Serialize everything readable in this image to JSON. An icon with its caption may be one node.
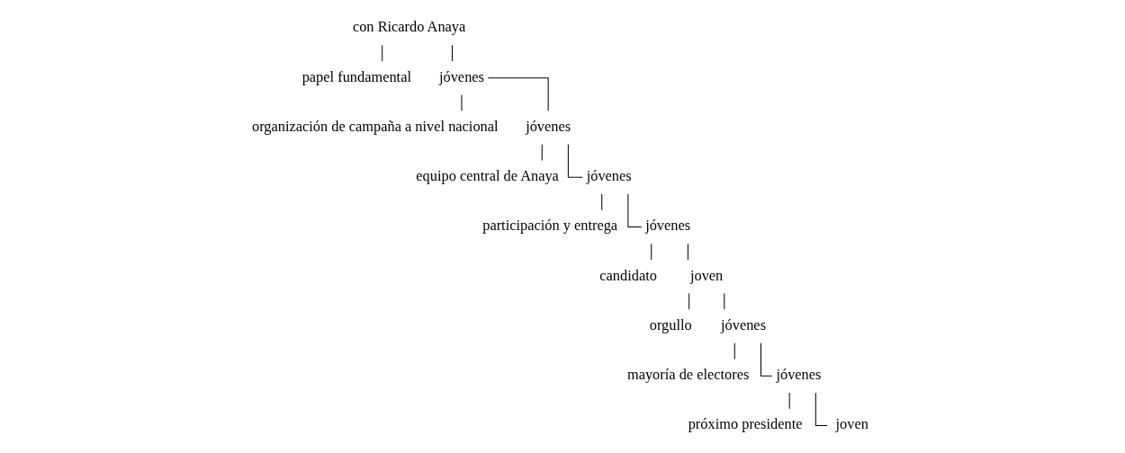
{
  "diagram": {
    "nodes": [
      {
        "text": [
          "con Ricardo Anaya"
        ]
      },
      {
        "text": [
          "papel fundamental"
        ]
      },
      {
        "text": [
          "jóvenes"
        ]
      },
      {
        "text": [
          "organización de campaña a nivel nacional"
        ]
      },
      {
        "text": [
          "jóvenes"
        ]
      },
      {
        "text": [
          "equipo central de Anaya"
        ]
      },
      {
        "text": [
          "jóvenes"
        ]
      },
      {
        "text": [
          "participación y entrega"
        ]
      },
      {
        "text": [
          "jóvenes"
        ]
      },
      {
        "text": [
          "candidato"
        ]
      },
      {
        "text": [
          "joven"
        ]
      },
      {
        "text": [
          "orgullo"
        ]
      },
      {
        "text": [
          "jóvenes"
        ]
      },
      {
        "text": [
          "mayoría de electores"
        ]
      },
      {
        "text": [
          "jóvenes"
        ]
      },
      {
        "text": [
          "próximo presidente"
        ]
      },
      {
        "text": [
          "joven"
        ]
      }
    ],
    "edges": [
      {
        "from": 0,
        "to": 1,
        "arrow": "none"
      },
      {
        "from": 0,
        "to": 2,
        "arrow": "none"
      },
      {
        "from": 2,
        "to": 3,
        "arrow": "none"
      },
      {
        "from": 2,
        "to": 4,
        "arrow": "none"
      },
      {
        "from": 4,
        "to": 5,
        "arrow": "none"
      },
      {
        "from": 4,
        "to": 6,
        "arrow": "none"
      },
      {
        "from": 6,
        "to": 7,
        "arrow": "none"
      },
      {
        "from": 6,
        "to": 8,
        "arrow": "none"
      },
      {
        "from": 8,
        "to": 9,
        "arrow": "none"
      },
      {
        "from": 8,
        "to": 10,
        "arrow": "none"
      },
      {
        "from": 10,
        "to": 11,
        "arrow": "none"
      },
      {
        "from": 10,
        "to": 12,
        "arrow": "none"
      },
      {
        "from": 12,
        "to": 13,
        "arrow": "none"
      },
      {
        "from": 12,
        "to": 14,
        "arrow": "none"
      },
      {
        "from": 14,
        "to": 15,
        "arrow": "none"
      },
      {
        "from": 14,
        "to": 16,
        "arrow": "none"
      }
    ]
  }
}
